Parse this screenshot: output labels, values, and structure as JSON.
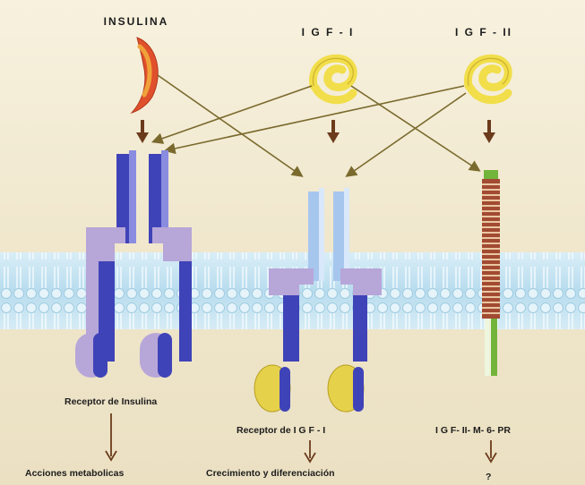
{
  "ligands": {
    "insulin": "INSULINA",
    "igf1": "I G F - I",
    "igf2": "I G F - II"
  },
  "receptors": {
    "insulin": "Receptor de Insulina",
    "igf1": "Receptor de I G F - I",
    "igf2": "I G F- II- M- 6- PR"
  },
  "outcomes": {
    "insulin": "Acciones metabolicas",
    "igf1": "Crecimiento y diferenciación",
    "igf2": "?"
  },
  "colors": {
    "insulin_red": "#e0502c",
    "insulin_orange": "#f0a23a",
    "ligand_yellow": "#f1de4a",
    "receptor_lavender": "#b7a6d8",
    "receptor_blue": "#3f43b8",
    "igf1_light_blue": "#a7c6ee",
    "igf2_stripe": "#a24a32",
    "igf2_green": "#73b43b",
    "membrane_blue": "#bfe0ef",
    "arrow_olive": "#7a6a2e",
    "arrow_brown": "#6b3b1c"
  }
}
